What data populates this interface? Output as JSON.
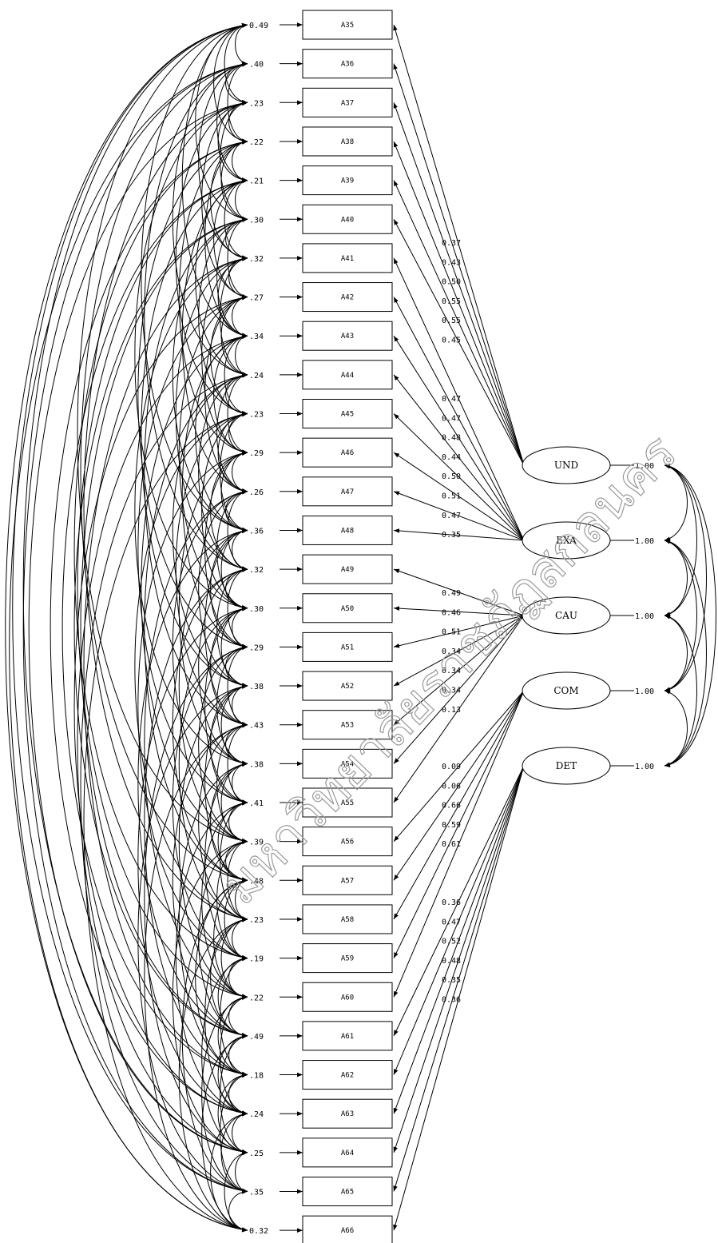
{
  "diagram": {
    "observed": [
      {
        "name": "A35",
        "error": "0.49"
      },
      {
        "name": "A36",
        "error": ".40"
      },
      {
        "name": "A37",
        "error": ".23"
      },
      {
        "name": "A38",
        "error": ".22"
      },
      {
        "name": "A39",
        "error": ".21"
      },
      {
        "name": "A40",
        "error": ".30"
      },
      {
        "name": "A41",
        "error": ".32"
      },
      {
        "name": "A42",
        "error": ".27"
      },
      {
        "name": "A43",
        "error": ".34"
      },
      {
        "name": "A44",
        "error": ".24"
      },
      {
        "name": "A45",
        "error": ".23"
      },
      {
        "name": "A46",
        "error": ".29"
      },
      {
        "name": "A47",
        "error": ".26"
      },
      {
        "name": "A48",
        "error": ".36"
      },
      {
        "name": "A49",
        "error": ".32"
      },
      {
        "name": "A50",
        "error": ".30"
      },
      {
        "name": "A51",
        "error": ".29"
      },
      {
        "name": "A52",
        "error": ".38"
      },
      {
        "name": "A53",
        "error": ".43"
      },
      {
        "name": "A54",
        "error": ".38"
      },
      {
        "name": "A55",
        "error": ".41"
      },
      {
        "name": "A56",
        "error": ".39"
      },
      {
        "name": "A57",
        "error": ".48"
      },
      {
        "name": "A58",
        "error": ".23"
      },
      {
        "name": "A59",
        "error": ".19"
      },
      {
        "name": "A60",
        "error": ".22"
      },
      {
        "name": "A61",
        "error": ".49"
      },
      {
        "name": "A62",
        "error": ".18"
      },
      {
        "name": "A63",
        "error": ".24"
      },
      {
        "name": "A64",
        "error": ".25"
      },
      {
        "name": "A65",
        "error": ".35"
      },
      {
        "name": "A66",
        "error": "0.32"
      }
    ],
    "factors": [
      {
        "name": "UND",
        "variance": "1.00",
        "indicators": [
          0,
          1,
          2,
          3,
          4,
          5
        ],
        "loadings": [
          "0.37",
          "0.43",
          "0.50",
          "0.55",
          "0.55",
          "0.45"
        ]
      },
      {
        "name": "EXA",
        "variance": "1.00",
        "indicators": [
          6,
          7,
          8,
          9,
          10,
          11,
          12,
          13
        ],
        "loadings": [
          "0.47",
          "0.47",
          "0.48",
          "0.44",
          "0.50",
          "0.51",
          "0.47",
          "0.35"
        ]
      },
      {
        "name": "CAU",
        "variance": "1.00",
        "indicators": [
          14,
          15,
          16,
          17,
          18,
          19,
          20
        ],
        "loadings": [
          "0.49",
          "0.46",
          "0.51",
          "0.34",
          "0.34",
          "0.34",
          "0.13"
        ]
      },
      {
        "name": "COM",
        "variance": "1.00",
        "indicators": [
          21,
          22,
          23,
          24,
          25
        ],
        "loadings": [
          "0.09",
          "0.06",
          "0.66",
          "0.59",
          "0.61"
        ]
      },
      {
        "name": "DET",
        "variance": "1.00",
        "indicators": [
          26,
          27,
          28,
          29,
          30,
          31
        ],
        "loadings": [
          "0.36",
          "0.47",
          "0.52",
          "0.48",
          "0.35",
          "0.36"
        ]
      }
    ]
  },
  "watermark": "มหาวิทยาลัยราชภัฏสกลนคร"
}
